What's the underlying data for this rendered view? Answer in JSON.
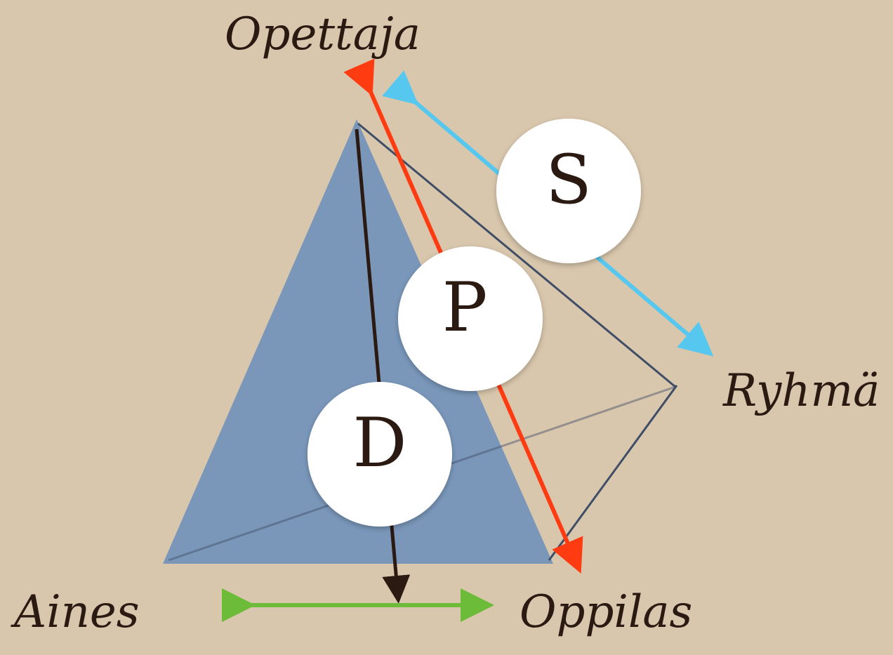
{
  "labels": {
    "top": "Opettaja",
    "right": "Ryhmä",
    "bottom_left": "Aines",
    "bottom_right": "Oppilas"
  },
  "circles": {
    "s": "S",
    "p": "P",
    "d": "D"
  },
  "colors": {
    "background": "#d9c7ad",
    "triangle_fill": "#7a97ba",
    "edge_dark": "#3f4d66",
    "arrow_red": "#ff3b12",
    "arrow_blue": "#56c8f0",
    "arrow_green": "#6cbc3a",
    "arrow_dark": "#2b1a12",
    "circle_fill": "#ffffff"
  }
}
